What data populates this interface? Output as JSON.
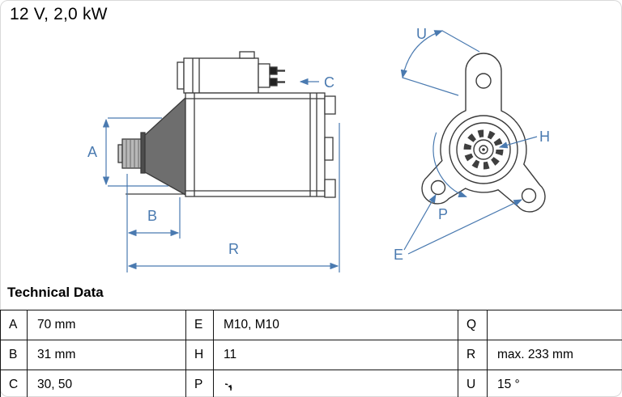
{
  "header": {
    "title": "12 V, 2,0 kW"
  },
  "drawing": {
    "labels": {
      "A": "A",
      "B": "B",
      "C": "C",
      "R": "R",
      "U": "U",
      "H": "H",
      "P": "P",
      "E": "E"
    },
    "annotation_color": "#4a7ab0",
    "line_color": "#3a3a3a"
  },
  "technical_data": {
    "heading": "Technical Data",
    "rows": [
      [
        "A",
        "70 mm",
        "E",
        "M10, M10",
        "Q",
        ""
      ],
      [
        "B",
        "31 mm",
        "H",
        "11",
        "R",
        "max. 233 mm"
      ],
      [
        "C",
        "30, 50",
        "P",
        "",
        "U",
        "15 °"
      ]
    ],
    "icons": {
      "p_cell": "rotation-direction-icon"
    }
  }
}
